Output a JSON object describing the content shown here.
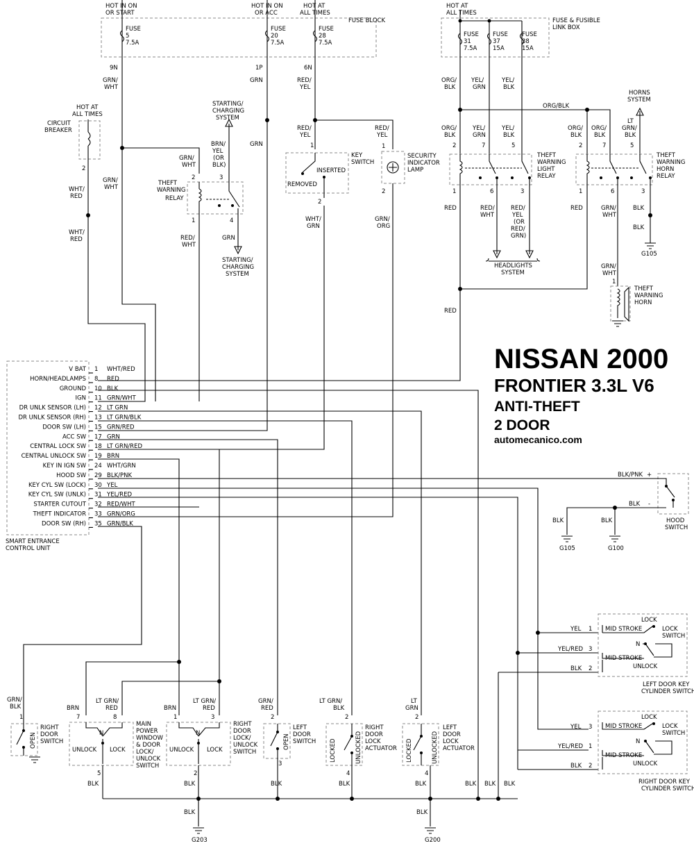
{
  "title": {
    "make_year": "NISSAN 2000",
    "model": "FRONTIER 3.3L V6",
    "system": "ANTI-THEFT",
    "body": "2 DOOR",
    "site": "automecanico.com"
  },
  "fuse_block": {
    "label": "FUSE BLOCK",
    "sources": [
      {
        "l1": "HOT IN ON",
        "l2": "OR START"
      },
      {
        "l1": "HOT IN ON",
        "l2": "OR ACC"
      },
      {
        "l1": "HOT AT",
        "l2": "ALL TIMES"
      }
    ],
    "fuses": [
      {
        "name": "FUSE",
        "num": "5",
        "amp": "7.5A",
        "pin": "9N",
        "wire1": "GRN/",
        "wire2": "WHT"
      },
      {
        "name": "FUSE",
        "num": "20",
        "amp": "7.5A",
        "pin": "1P",
        "wire1": "GRN",
        "wire2": ""
      },
      {
        "name": "FUSE",
        "num": "28",
        "amp": "7.5A",
        "pin": "6N",
        "wire1": "RED/",
        "wire2": "YEL"
      }
    ]
  },
  "link_box": {
    "l1": "FUSE & FUSIBLE",
    "l2": "LINK BOX",
    "source1": "HOT AT",
    "source2": "ALL TIMES",
    "fuses": [
      {
        "name": "FUSE",
        "num": "31",
        "amp": "7.5A",
        "wire1": "ORG/",
        "wire2": "BLK"
      },
      {
        "name": "FUSE",
        "num": "37",
        "amp": "15A",
        "wire1": "YEL/",
        "wire2": "GRN"
      },
      {
        "name": "FUSE",
        "num": "38",
        "amp": "15A",
        "wire1": "YEL/",
        "wire2": "BLK"
      }
    ],
    "bus_wire": "ORG/BLK"
  },
  "circuit_breaker": {
    "hot1": "HOT AT",
    "hot2": "ALL TIMES",
    "l1": "CIRCUIT",
    "l2": "BREAKER",
    "pin": "2",
    "wire_a1": "WHT/",
    "wire_a2": "RED",
    "wire_b1": "WHT/",
    "wire_b2": "RED"
  },
  "theft_relay": {
    "l1": "THEFT",
    "l2": "WARNING",
    "l3": "RELAY",
    "pins": [
      "2",
      "3",
      "1",
      "4"
    ],
    "in_wire1": "GRN/",
    "in_wire2": "WHT",
    "side_wire1": "GRN/",
    "side_wire2": "WHT",
    "up_wire1": "BRN/",
    "up_wire2": "YEL",
    "up_wire3": "(OR",
    "up_wire4": "BLK)",
    "out_wire1": "RED/",
    "out_wire2": "WHT",
    "out4_wire": "GRN",
    "up_sys1": "STARTING/",
    "up_sys2": "CHARGING",
    "up_sys3": "SYSTEM",
    "dn_sys1": "STARTING/",
    "dn_sys2": "CHARGING",
    "dn_sys3": "SYSTEM",
    "grn_mid": "GRN"
  },
  "key_switch": {
    "l1": "KEY",
    "l2": "SWITCH",
    "inserted": "INSERTED",
    "removed": "REMOVED",
    "pin_in": "1",
    "pin_out": "2",
    "in_wire1": "RED/",
    "in_wire2": "YEL",
    "out_wire1": "WHT/",
    "out_wire2": "GRN"
  },
  "security_lamp": {
    "l1": "SECURITY",
    "l2": "INDICATOR",
    "l3": "LAMP",
    "pin_in": "1",
    "pin_out": "2",
    "in_wire1": "RED/",
    "in_wire2": "YEL",
    "out_wire1": "GRN/",
    "out_wire2": "ORG"
  },
  "light_relay": {
    "l1": "THEFT",
    "l2": "WARNING",
    "l3": "LIGHT",
    "l4": "RELAY",
    "pins": [
      "2",
      "7",
      "5",
      "1",
      "6",
      "3"
    ],
    "w2a": "ORG/",
    "w2b": "BLK",
    "w7a": "YEL/",
    "w7b": "GRN",
    "w5a": "YEL/",
    "w5b": "BLK",
    "w1": "RED",
    "w6a": "RED/",
    "w6b": "WHT",
    "w3a": "RED/",
    "w3b": "YEL",
    "w3c": "(OR",
    "w3d": "RED/",
    "w3e": "GRN)",
    "hl1": "HEADLIGHTS",
    "hl2": "SYSTEM"
  },
  "horn_relay": {
    "l1": "THEFT",
    "l2": "WARNING",
    "l3": "HORN",
    "l4": "RELAY",
    "pins": [
      "2",
      "7",
      "5",
      "1",
      "6",
      "3"
    ],
    "w2a": "ORG/",
    "w2b": "BLK",
    "w7a": "ORG/",
    "w7b": "BLK",
    "w5a": "LT",
    "w5b": "GRN/",
    "w5c": "BLK",
    "w1": "RED",
    "w6a": "GRN/",
    "w6b": "WHT",
    "w3": "BLK",
    "w3b": "BLK",
    "horns1": "HORNS",
    "horns2": "SYSTEM",
    "ground": "G105"
  },
  "horn": {
    "l1": "THEFT",
    "l2": "WARNING",
    "l3": "HORN",
    "pin": "1",
    "w1": "GRN/",
    "w2": "WHT",
    "red": "RED"
  },
  "control_unit": {
    "l1": "SMART ENTRANCE",
    "l2": "CONTROL UNIT",
    "terminals": [
      {
        "name": "V BAT",
        "pin": "1",
        "wire": "WHT/RED"
      },
      {
        "name": "HORN/HEADLAMPS",
        "pin": "8",
        "wire": "RED"
      },
      {
        "name": "GROUND",
        "pin": "10",
        "wire": "BLK"
      },
      {
        "name": "IGN",
        "pin": "11",
        "wire": "GRN/WHT"
      },
      {
        "name": "DR UNLK SENSOR (LH)",
        "pin": "12",
        "wire": "LT GRN"
      },
      {
        "name": "DR UNLK SENSOR (RH)",
        "pin": "13",
        "wire": "LT GRN/BLK"
      },
      {
        "name": "DOOR SW (LH)",
        "pin": "15",
        "wire": "GRN/RED"
      },
      {
        "name": "ACC SW",
        "pin": "17",
        "wire": "GRN"
      },
      {
        "name": "CENTRAL LOCK SW",
        "pin": "18",
        "wire": "LT GRN/RED"
      },
      {
        "name": "CENTRAL UNLOCK SW",
        "pin": "19",
        "wire": "BRN"
      },
      {
        "name": "KEY IN IGN SW",
        "pin": "24",
        "wire": "WHT/GRN"
      },
      {
        "name": "HOOD SW",
        "pin": "29",
        "wire": "BLK/PNK"
      },
      {
        "name": "KEY CYL SW (LOCK)",
        "pin": "30",
        "wire": "YEL"
      },
      {
        "name": "KEY CYL SW (UNLK)",
        "pin": "31",
        "wire": "YEL/RED"
      },
      {
        "name": "STARTER CUTOUT",
        "pin": "32",
        "wire": "RED/WHT"
      },
      {
        "name": "THEFT INDICATOR",
        "pin": "33",
        "wire": "GRN/ORG"
      },
      {
        "name": "DOOR SW (RH)",
        "pin": "35",
        "wire": "GRN/BLK"
      }
    ]
  },
  "hood_switch": {
    "l1": "HOOD",
    "l2": "SWITCH",
    "plus": "+",
    "minus": "-",
    "w_plus": "BLK/PNK",
    "w_minus": "BLK",
    "w_g105": "BLK",
    "w_g100": "BLK",
    "g105": "G105",
    "g100": "G100"
  },
  "left_key_cyl": {
    "l1": "LEFT DOOR KEY",
    "l2": "CYLINDER SWITCH",
    "lock": "LOCK",
    "unlock": "UNLOCK",
    "n": "N",
    "ms1": "MID STROKE",
    "ms2": "MID STROKE",
    "sw1": "LOCK",
    "sw2": "SWITCH",
    "wires": [
      {
        "w": "YEL",
        "p": "1"
      },
      {
        "w": "YEL/RED",
        "p": "3"
      },
      {
        "w": "BLK",
        "p": "2"
      }
    ]
  },
  "right_key_cyl": {
    "l1": "RIGHT DOOR KEY",
    "l2": "CYLINDER SWITCH",
    "lock": "LOCK",
    "unlock": "UNLOCK",
    "n": "N",
    "ms1": "MID STROKE",
    "ms2": "MID STROKE",
    "sw1": "LOCK",
    "sw2": "SWITCH",
    "wires": [
      {
        "w": "YEL",
        "p": "3"
      },
      {
        "w": "YEL/RED",
        "p": "1"
      },
      {
        "w": "BLK",
        "p": "2"
      }
    ]
  },
  "bottom": {
    "right_door_sw": {
      "l1": "RIGHT",
      "l2": "DOOR",
      "l3": "SWITCH",
      "w1": "GRN/",
      "w2": "BLK",
      "pin": "1",
      "open": "OPEN"
    },
    "main_pw": {
      "l1": "MAIN",
      "l2": "POWER",
      "l3": "WINDOW",
      "l4": "& DOOR",
      "l5": "LOCK/",
      "l6": "UNLOCK",
      "l7": "SWITCH",
      "w7": "BRN",
      "w8a": "LT GRN/",
      "w8b": "RED",
      "p7": "7",
      "p8": "8",
      "p5": "5",
      "w5": "BLK",
      "unlock": "UNLOCK",
      "lock": "LOCK",
      "n": "N"
    },
    "right_dl_sw": {
      "l1": "RIGHT",
      "l2": "DOOR",
      "l3": "LOCK/",
      "l4": "UNLOCK",
      "l5": "SWITCH",
      "w1": "BRN",
      "w3a": "LT GRN/",
      "w3b": "RED",
      "p1": "1",
      "p3": "3",
      "p2": "2",
      "w2": "BLK",
      "unlock": "UNLOCK",
      "lock": "LOCK",
      "n": "N"
    },
    "left_door_sw": {
      "l1": "LEFT",
      "l2": "DOOR",
      "l3": "SWITCH",
      "w1": "GRN/",
      "w2": "RED",
      "p2": "2",
      "p3": "3",
      "w3": "BLK",
      "open": "OPEN"
    },
    "right_act": {
      "l1": "RIGHT",
      "l2": "DOOR",
      "l3": "LOCK",
      "l4": "ACTUATOR",
      "w1": "LT GRN/",
      "w2": "BLK",
      "p2": "2",
      "p4": "4",
      "w4": "BLK",
      "locked": "LOCKED",
      "unlocked": "UNLOCKED"
    },
    "left_act": {
      "l1": "LEFT",
      "l2": "DOOR",
      "l3": "LOCK",
      "l4": "ACTUATOR",
      "w1": "LT",
      "w2": "GRN",
      "p2": "2",
      "p4": "4",
      "w4": "BLK",
      "locked": "LOCKED",
      "unlocked": "UNLOCKED"
    },
    "blk1": "BLK",
    "blk2": "BLK",
    "blk3": "BLK",
    "g203_wire": "BLK",
    "g203": "G203",
    "g200_wire": "BLK",
    "g200": "G200"
  }
}
